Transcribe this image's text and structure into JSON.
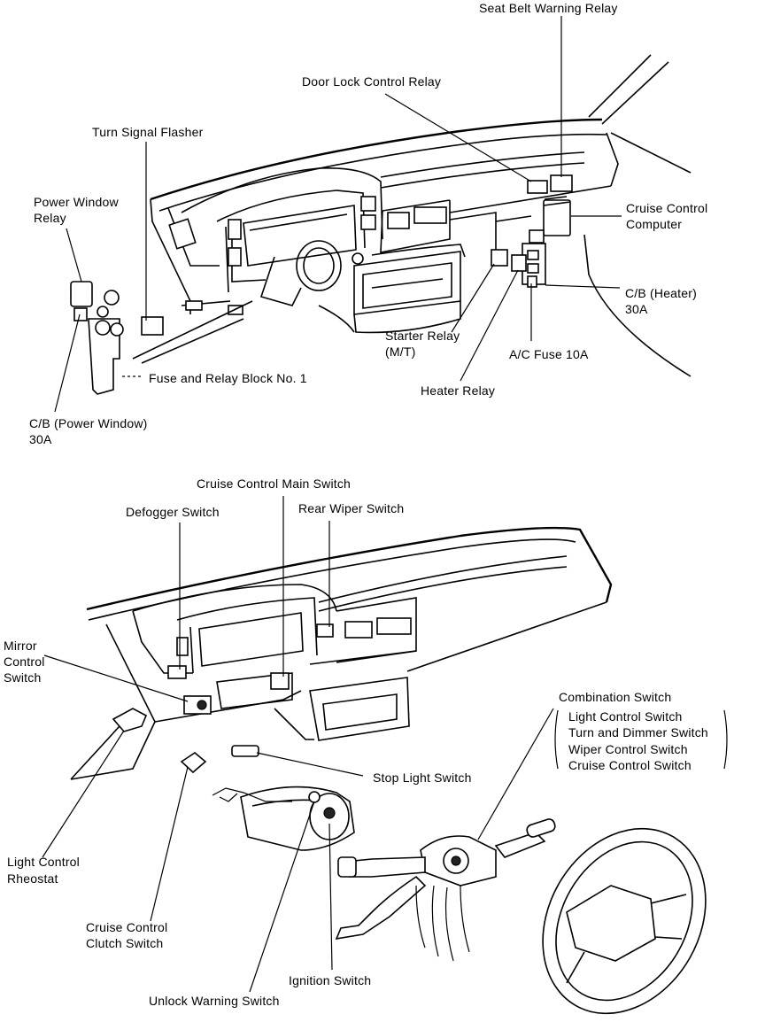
{
  "labels": {
    "seat_belt_warning_relay": "Seat Belt Warning Relay",
    "door_lock_control_relay": "Door Lock Control Relay",
    "turn_signal_flasher": "Turn Signal Flasher",
    "power_window_relay_1": "Power Window",
    "power_window_relay_2": "Relay",
    "cruise_control_computer_1": "Cruise Control",
    "cruise_control_computer_2": "Computer",
    "cb_heater_1": "C/B (Heater)",
    "cb_heater_2": "30A",
    "starter_relay_1": "Starter Relay",
    "starter_relay_2": "(M/T)",
    "ac_fuse": "A/C Fuse 10A",
    "fuse_relay_block": "Fuse and Relay Block No. 1",
    "heater_relay": "Heater Relay",
    "cb_power_window_1": "C/B (Power Window)",
    "cb_power_window_2": "30A",
    "cruise_control_main_switch": "Cruise Control Main Switch",
    "defogger_switch": "Defogger Switch",
    "rear_wiper_switch": "Rear Wiper Switch",
    "mirror_control_switch_1": "Mirror",
    "mirror_control_switch_2": "Control",
    "mirror_control_switch_3": "Switch",
    "combination_switch": "Combination Switch",
    "combo_light_control": "Light Control Switch",
    "combo_turn_dimmer": "Turn and Dimmer Switch",
    "combo_wiper_control": "Wiper Control Switch",
    "combo_cruise_control": "Cruise Control Switch",
    "stop_light_switch": "Stop Light Switch",
    "light_control_rheostat_1": "Light Control",
    "light_control_rheostat_2": "Rheostat",
    "cruise_control_clutch_switch_1": "Cruise Control",
    "cruise_control_clutch_switch_2": "Clutch Switch",
    "ignition_switch": "Ignition Switch",
    "unlock_warning_switch": "Unlock Warning Switch"
  }
}
